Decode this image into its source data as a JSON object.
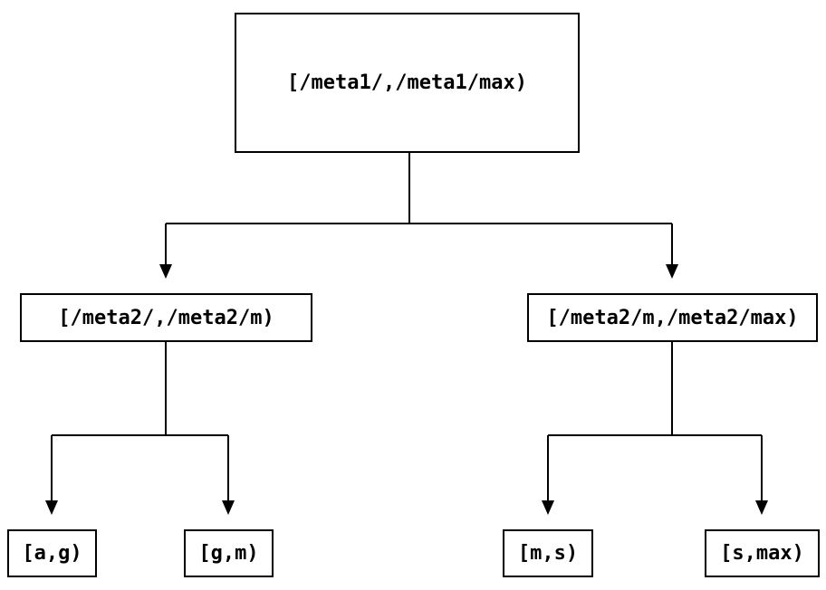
{
  "diagram": {
    "type": "tree",
    "colors": {
      "line": "#000000",
      "node_border": "#000000",
      "node_fill": "#ffffff",
      "text": "#000000",
      "background": "#ffffff"
    },
    "nodes": {
      "root": {
        "label": "[/meta1/,/meta1/max)"
      },
      "left": {
        "label": "[/meta2/,/meta2/m)"
      },
      "right": {
        "label": "[/meta2/m,/meta2/max)"
      },
      "leaf_ag": {
        "label": "[a,g)"
      },
      "leaf_gm": {
        "label": "[g,m)"
      },
      "leaf_ms": {
        "label": "[m,s)"
      },
      "leaf_smax": {
        "label": "[s,max)"
      }
    },
    "edges": [
      {
        "from": "root",
        "to": "left"
      },
      {
        "from": "root",
        "to": "right"
      },
      {
        "from": "left",
        "to": "leaf_ag"
      },
      {
        "from": "left",
        "to": "leaf_gm"
      },
      {
        "from": "right",
        "to": "leaf_ms"
      },
      {
        "from": "right",
        "to": "leaf_smax"
      }
    ]
  }
}
